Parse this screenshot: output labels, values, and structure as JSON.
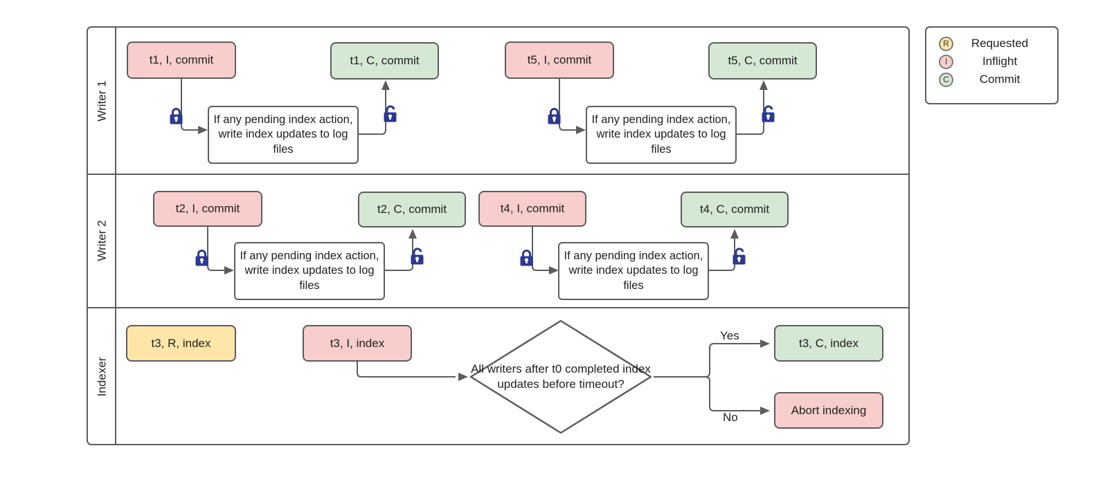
{
  "diagram": {
    "title": "Writer / Indexer transaction swimlane flow",
    "colors": {
      "inflight": "#f8cecc",
      "commit": "#d5e8d4",
      "requested": "#ffe6a8",
      "stroke": "#5c5c5c",
      "lock": "#2b3990"
    }
  },
  "lanes": [
    {
      "id": "writer1",
      "label": "Writer 1"
    },
    {
      "id": "writer2",
      "label": "Writer 2"
    },
    {
      "id": "indexer",
      "label": "Indexer"
    }
  ],
  "nodes": {
    "w1_t1_inflight": {
      "label": "t1, I, commit",
      "state": "Inflight"
    },
    "w1_t1_commit": {
      "label": "t1, C, commit",
      "state": "Commit"
    },
    "w1_t5_inflight": {
      "label": "t5, I, commit",
      "state": "Inflight"
    },
    "w1_t5_commit": {
      "label": "t5, C, commit",
      "state": "Commit"
    },
    "w1_action_a": {
      "label": "If any pending index action, write index updates to log files"
    },
    "w1_action_b": {
      "label": "If any pending index action, write index updates to log files"
    },
    "w2_t2_inflight": {
      "label": "t2, I, commit",
      "state": "Inflight"
    },
    "w2_t2_commit": {
      "label": "t2, C, commit",
      "state": "Commit"
    },
    "w2_t4_inflight": {
      "label": "t4, I, commit",
      "state": "Inflight"
    },
    "w2_t4_commit": {
      "label": "t4, C, commit",
      "state": "Commit"
    },
    "w2_action_a": {
      "label": "If any pending index action, write index updates to log files"
    },
    "w2_action_b": {
      "label": "If any pending index action, write index updates to log files"
    },
    "ix_t3_requested": {
      "label": "t3, R, index",
      "state": "Requested"
    },
    "ix_t3_inflight": {
      "label": "t3, I, index",
      "state": "Inflight"
    },
    "ix_decision": {
      "label": "All writers after t0 completed index updates before timeout?"
    },
    "ix_t3_commit": {
      "label": "t3, C, index",
      "state": "Commit"
    },
    "ix_abort": {
      "label": "Abort indexing",
      "state": "Inflight"
    }
  },
  "edge_labels": {
    "yes": "Yes",
    "no": "No"
  },
  "locks": [
    {
      "id": "w1_lock_a",
      "kind": "locked"
    },
    {
      "id": "w1_unlock_a",
      "kind": "unlocked"
    },
    {
      "id": "w1_lock_b",
      "kind": "locked"
    },
    {
      "id": "w1_unlock_b",
      "kind": "unlocked"
    },
    {
      "id": "w2_lock_a",
      "kind": "locked"
    },
    {
      "id": "w2_unlock_a",
      "kind": "unlocked"
    },
    {
      "id": "w2_lock_b",
      "kind": "locked"
    },
    {
      "id": "w2_unlock_b",
      "kind": "unlocked"
    }
  ],
  "legend": {
    "items": [
      {
        "badge": "R",
        "label": "Requested",
        "color": "#ffe6a8"
      },
      {
        "badge": "I",
        "label": "Inflight",
        "color": "#f8cecc"
      },
      {
        "badge": "C",
        "label": "Commit",
        "color": "#d5e8d4"
      }
    ]
  }
}
